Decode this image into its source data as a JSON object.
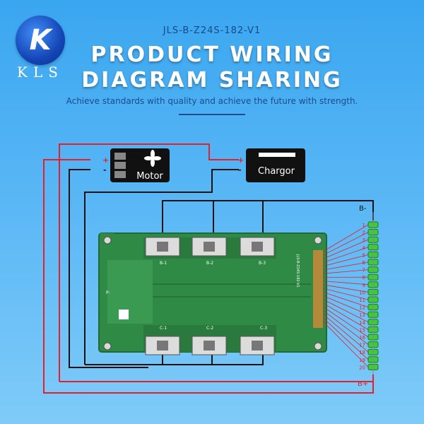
{
  "header": {
    "logo_letter": "K",
    "brand": "KLS",
    "model": "JLS-B-Z24S-182-V1",
    "title_line1": "PRODUCT WIRING",
    "title_line2": "DIAGRAM SHARING",
    "subtitle": "Achieve standards with quality and achieve the future with strength."
  },
  "diagram": {
    "motor_label": "Motor",
    "charger_label": "Chargor",
    "plus_sign": "+",
    "minus_sign": "-",
    "b_minus_label": "B-",
    "b_plus_label": "B+",
    "board_labels": {
      "b1": "B-1",
      "b2": "B-2",
      "b3": "B-3",
      "c1": "C-1",
      "c2": "C-2",
      "c3": "C-3",
      "p_neg": "P-",
      "model_print": "JLS-B-Z24S-182-V1"
    },
    "cell_numbers": [
      "1",
      "2",
      "3",
      "4",
      "5",
      "6",
      "7",
      "8",
      "9",
      "10",
      "11",
      "12",
      "13",
      "14",
      "15",
      "16",
      "17",
      "18",
      "19",
      "20"
    ],
    "colors": {
      "positive_wire": "#e5202a",
      "negative_wire": "#111111",
      "sense_wire": "#e5202a",
      "cell": "#3ecb3a",
      "board": "#2e8a44"
    }
  }
}
